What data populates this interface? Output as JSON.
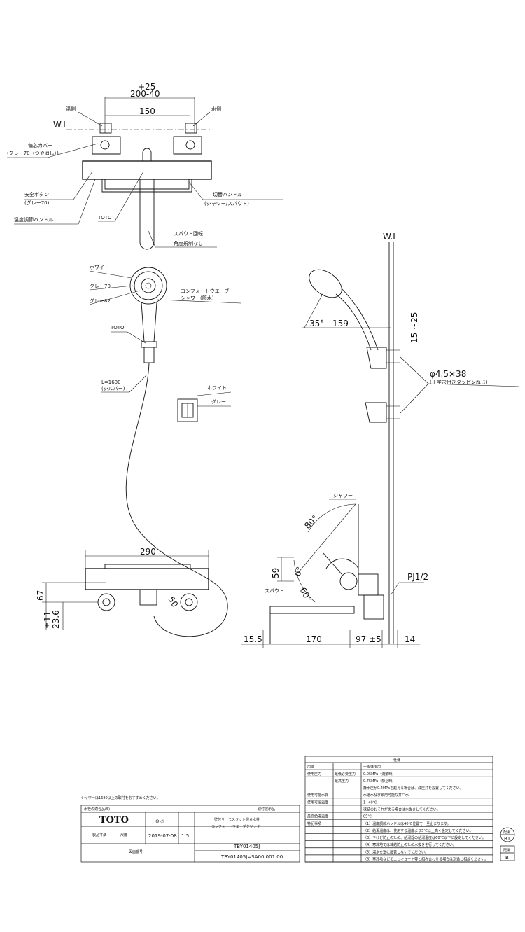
{
  "top_view": {
    "dims": {
      "tol": "+25",
      "span": "200-40",
      "pitch": "150"
    },
    "wl": "W.L",
    "labels": {
      "hot": "湯側",
      "cold": "水側",
      "cover": "偏芯カバー",
      "cover_color": "(グレー70（つや消し）)",
      "safety": "安全ボタン",
      "safety_color": "(グレー70)",
      "temp_handle": "温度調節ハンドル",
      "brand": "TOTO",
      "switch_handle": "切替ハンドル",
      "switch_sub": "(シャワー/スパウト)",
      "spout_rot": "スパウト回転",
      "spout_angle": "角度規制なし"
    }
  },
  "shower_head": {
    "labels": {
      "white": "ホワイト",
      "grey70": "グレー70",
      "grey82": "グレー82",
      "comfort": "コンフォートウエーブ",
      "shower_mode": "シャワー(節水)",
      "brand": "TOTO",
      "hose_len": "L=1600",
      "hose_color": "(シルバー)"
    }
  },
  "holder": {
    "labels": {
      "white": "ホワイト",
      "grey": "グレー"
    }
  },
  "side_view": {
    "wl": "W.L",
    "dims": {
      "angle35": "35°",
      "d159": "159",
      "d15_25": "15 ~25",
      "screw": "φ4.5×38",
      "screw_note": "(十字穴付きタッピンねじ)"
    }
  },
  "front_view": {
    "dims": {
      "d290": "290",
      "d67": "67",
      "d23": "23.6",
      "d11": "±11",
      "d50": "50"
    }
  },
  "profile_view": {
    "labels": {
      "shower": "シャワー",
      "spout": "スパウト",
      "pj": "PJ1/2"
    },
    "dims": {
      "a80": "80°",
      "a6": "6°",
      "a60": "60°",
      "d59": "59",
      "d15_5": "15.5",
      "d170": "170",
      "d97": "97 ±5",
      "d14": "14"
    }
  },
  "title_block": {
    "note": "シャワーは1680以上の取付をおすすめください。",
    "top_label": "水栓の適合品(5)",
    "maker_label": "取付展示品",
    "logo": "TOTO",
    "date": "2019-07-08",
    "scale": "1:5",
    "product_name": "壁付サーモスタット混合水栓",
    "product_sub": "コンフォートウエーブクリック",
    "model": "TBY01405J",
    "drawing_no": "TBY01405J=SA00.001.00",
    "left_small": "製品寸法",
    "mid_small": "尺度",
    "bottom_left": "図面番号"
  },
  "spec_table": {
    "title": "仕様",
    "rows": [
      {
        "k": "用途",
        "k2": "",
        "v": "一般住宅用"
      },
      {
        "k": "使用圧力",
        "k2": "最低必要圧力",
        "v": "0.05MPa（流動時）"
      },
      {
        "k": "",
        "k2": "最高圧力",
        "v": "0.75MPa（静止時）"
      },
      {
        "k": "",
        "k2": "",
        "v": "静水圧が0.4MPaを超える場合は、減圧弁を設置してください。"
      },
      {
        "k": "使用可能水質",
        "k2": "",
        "v": "水道水及び飲用可能な井戸水"
      },
      {
        "k": "使用可能温度",
        "k2": "",
        "v": "1~40℃"
      },
      {
        "k": "",
        "k2": "",
        "v": "凍結のおそれがある場合は水抜きしてください。"
      },
      {
        "k": "最高給湯温度",
        "k2": "",
        "v": "85℃"
      },
      {
        "k": "特記事項",
        "k2": "",
        "v": "（1）温度調節ハンドルは40℃位置で一旦止まります。"
      },
      {
        "k": "",
        "k2": "",
        "v": "（2）給湯温度は、使用する温度より5℃以上高く設定してください。"
      },
      {
        "k": "",
        "k2": "",
        "v": "（3）やけど防止のため、給湯器の給湯温度は60℃以下に設定してください。"
      },
      {
        "k": "",
        "k2": "",
        "v": "（4）寒冷地では凍結防止のため水抜きを行ってください。"
      },
      {
        "k": "",
        "k2": "",
        "v": "（5）湯水を逆に配管しないでください。"
      },
      {
        "k": "",
        "k2": "",
        "v": "（6）寒冷地などでエコキュート等と組み合わせる場合は別途ご相談ください。"
      }
    ]
  },
  "badges": [
    {
      "top": "配湯",
      "bottom": "B1"
    },
    {
      "top": "配湯",
      "bottom": "B"
    }
  ]
}
